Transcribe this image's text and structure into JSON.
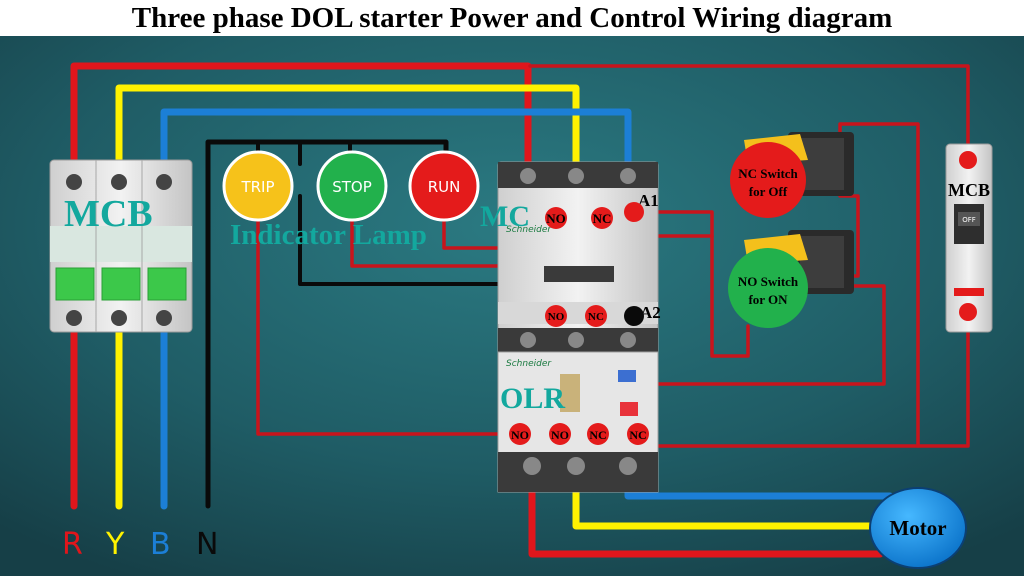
{
  "title": "Three phase DOL starter Power and Control Wiring diagram",
  "labels": {
    "mcb_left": "MCB",
    "indicator": "Indicator Lamp",
    "mc": "MC",
    "olr": "OLR",
    "mcb_right": "MCB",
    "a1": "A1",
    "a2": "A2",
    "nc_switch": [
      "NC Switch",
      "for Off"
    ],
    "no_switch": [
      "NO Switch",
      "for ON"
    ],
    "motor": "Motor"
  },
  "lamps": [
    {
      "label": "TRIP",
      "color": "#f6c21a"
    },
    {
      "label": "STOP",
      "color": "#22b14c"
    },
    {
      "label": "RUN",
      "color": "#e41b1b"
    }
  ],
  "contacts": {
    "mc_top": [
      "NO",
      "NC"
    ],
    "mc_mid": [
      "NO",
      "NC"
    ],
    "olr": [
      "NO",
      "NO",
      "NC",
      "NC"
    ]
  },
  "phases": [
    {
      "label": "R",
      "color": "#e0161c"
    },
    {
      "label": "Y",
      "color": "#fff200"
    },
    {
      "label": "B",
      "color": "#1c7fd6"
    },
    {
      "label": "N",
      "color": "#0a0a0a"
    }
  ],
  "colors": {
    "label_teal": "#13a89e",
    "background": "#1f5c65"
  }
}
